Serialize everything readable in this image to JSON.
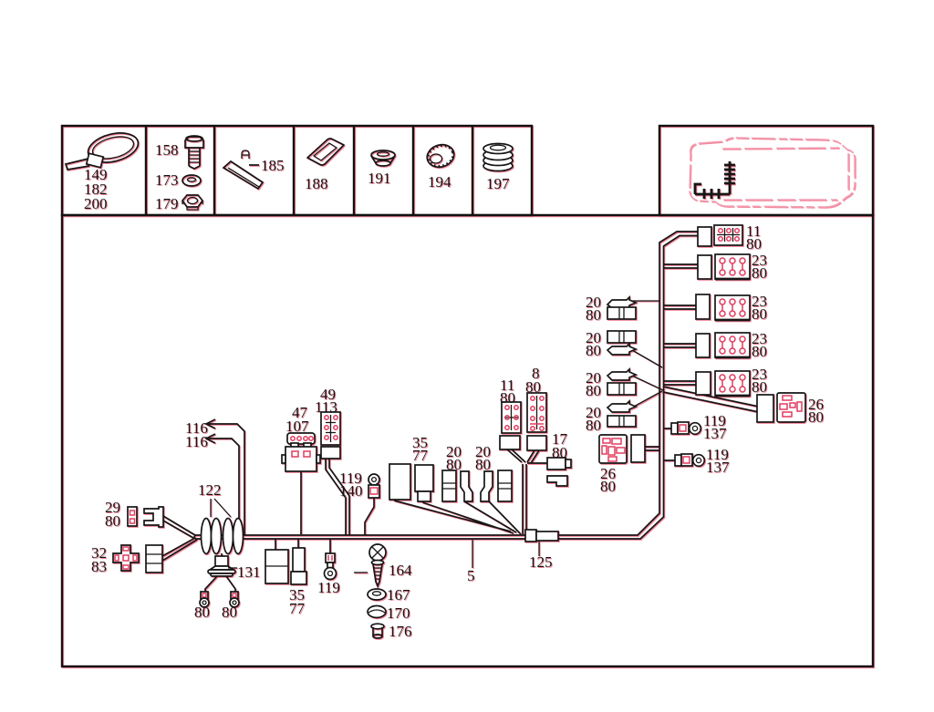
{
  "colors": {
    "line": "#161616",
    "accent_red": "#e23b5e",
    "shadow_red": "#f05a73",
    "car_outline_pink": "#f2a0b6",
    "background": "#ffffff"
  },
  "labels": {
    "leg149": "149",
    "leg182": "182",
    "leg200": "200",
    "leg158": "158",
    "leg173": "173",
    "leg179": "179",
    "leg185": "185",
    "leg188": "188",
    "leg191": "191",
    "leg194": "194",
    "leg197": "197",
    "h116a": "116",
    "h116b": "116",
    "h122": "122",
    "h29": "29",
    "h29b": "80",
    "h32": "32",
    "h32b": "83",
    "h131": "131",
    "h80a": "80",
    "h80b": "80",
    "h35a": "35",
    "h77a": "77",
    "h119a": "119",
    "h164": "164",
    "h167": "167",
    "h170": "170",
    "h176": "176",
    "h5": "5",
    "h125": "125",
    "h47": "47",
    "h107": "107",
    "h49": "49",
    "h113": "113",
    "h119b": "119",
    "h140": "140",
    "h35b": "35",
    "h77b": "77",
    "h20a": "20",
    "h20a80": "80",
    "h20b": "20",
    "h20b80": "80",
    "h11a": "11",
    "h11a80": "80",
    "h8": "8",
    "h8b": "80",
    "h17": "17",
    "h17b": "80",
    "h20r1": "20",
    "h20r1b": "80",
    "h20r2": "20",
    "h20r2b": "80",
    "h20r3": "20",
    "h20r3b": "80",
    "h20r4": "20",
    "h20r4b": "80",
    "h11t": "11",
    "h11tb": "80",
    "h23a": "23",
    "h23ab": "80",
    "h23b": "23",
    "h23bb": "80",
    "h23c": "23",
    "h23cb": "80",
    "h23d": "23",
    "h23db": "80",
    "h26r": "26",
    "h26rb": "80",
    "h119r1": "119",
    "h137r1": "137",
    "h119r2": "119",
    "h137r2": "137",
    "h26l": "26",
    "h26lb": "80"
  }
}
